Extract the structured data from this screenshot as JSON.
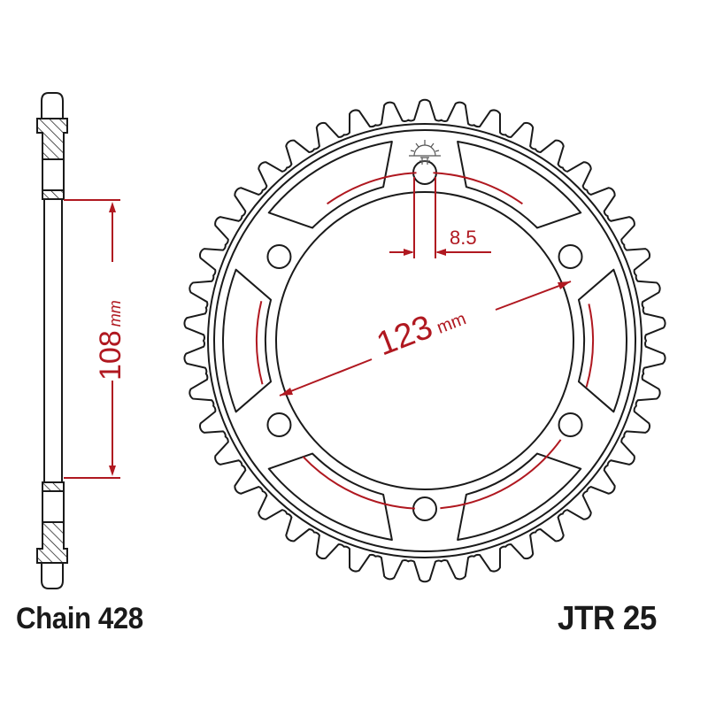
{
  "drawing": {
    "subject": "Rear sprocket technical drawing",
    "colors": {
      "outline": "#1a1a1a",
      "dimension": "#b01820",
      "background": "#ffffff"
    },
    "side_view": {
      "dimension_value": "108",
      "dimension_unit": "mm"
    },
    "front_view": {
      "teeth_count": 42,
      "bolt_holes": 6,
      "lightening_cutouts": 6,
      "pcd_value": "123",
      "pcd_unit": "mm",
      "bolt_hole_dim": "8.5",
      "logo_icon": "sun-logo-icon"
    }
  },
  "footer": {
    "chain": "Chain 428",
    "part_number": "JTR 25"
  }
}
